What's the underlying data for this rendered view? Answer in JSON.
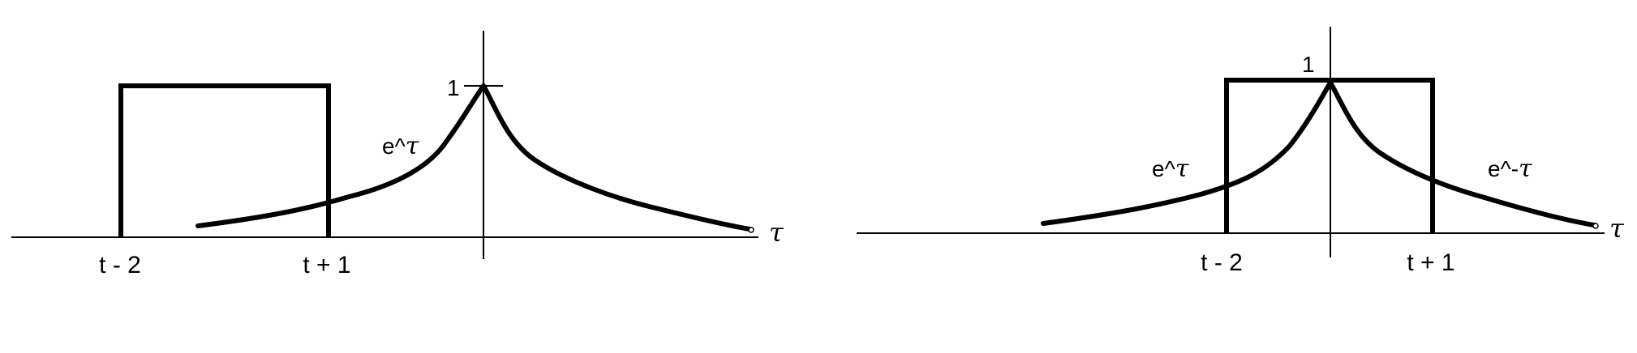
{
  "left_panel": {
    "one_label": "1",
    "curve_label_left": "e^",
    "curve_label_left_sym": "τ",
    "tick_left": "t - 2",
    "tick_right": "t + 1",
    "axis_label": "τ"
  },
  "right_panel": {
    "one_label": "1",
    "curve_label_left": "e^",
    "curve_label_left_sym": "τ",
    "curve_label_right": "e^-",
    "curve_label_right_sym": "τ",
    "tick_left": "t - 2",
    "tick_right": "t + 1",
    "axis_label": "τ"
  },
  "colors": {
    "stroke": "#000000",
    "background": "#ffffff"
  }
}
